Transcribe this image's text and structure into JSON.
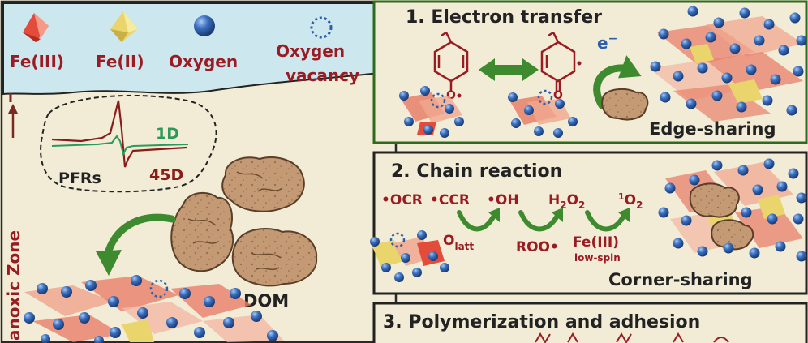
{
  "legend": {
    "fe3": "Fe(III)",
    "fe2": "Fe(II)",
    "oxygen": "Oxygen",
    "vacancy_line1": "Oxygen",
    "vacancy_line2": "vacancy"
  },
  "left": {
    "zone_label": "anoxic Zone",
    "axis_symbol": "I",
    "pfrs": "PFRs",
    "curve_1d": "1D",
    "curve_45d": "45D",
    "dom": "DOM"
  },
  "panel1": {
    "title": "1. Electron transfer",
    "electron": "e",
    "electron_sup": "−",
    "sharing": "Edge-sharing"
  },
  "panel2": {
    "title": "2. Chain reaction",
    "ocr": "•OCR",
    "ccr": "•CCR",
    "oh": "•OH",
    "h2o2_h": "H",
    "h2o2_2a": "2",
    "h2o2_o": "O",
    "h2o2_2b": "2",
    "singlet_1": "1",
    "singlet_o": "O",
    "singlet_2": "2",
    "olatt_o": "O",
    "olatt_sub": "latt",
    "roo": "ROO•",
    "fe3": "Fe(III)",
    "lowspin": "low-spin",
    "sharing": "Corner-sharing"
  },
  "panel3": {
    "title": "3. Polymerization and adhesion"
  },
  "colors": {
    "background": "#f2ecd6",
    "legend_bg": "#cde7ee",
    "dark_red": "#9b1b22",
    "green": "#3e8a2e",
    "curve_green": "#2a9a5a",
    "oxygen_blue": "#2d5fa8",
    "fe3_orange": "#e8806a",
    "fe2_yellow": "#e9d56c",
    "dom_brown": "#c39a74"
  }
}
